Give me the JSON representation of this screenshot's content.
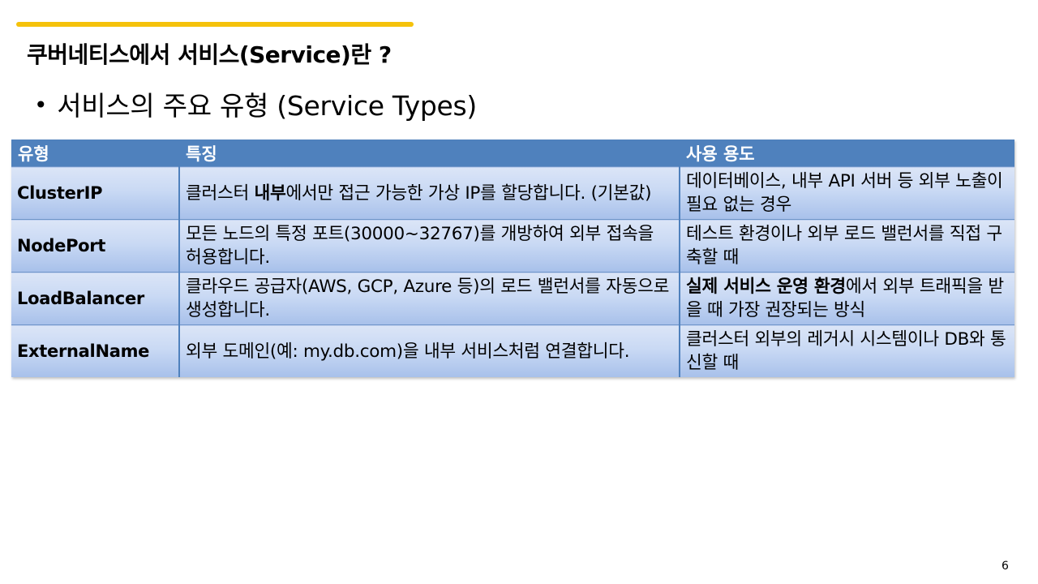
{
  "slide": {
    "accent_color": "#f5c20b",
    "title": "쿠버네티스에서 서비스(Service)란 ?",
    "bullet": "서비스의 주요 유형 (Service Types)",
    "page_number": "6"
  },
  "table": {
    "header_color": "#4f81bd",
    "headers": [
      "유형",
      "특징",
      "사용 용도"
    ],
    "rows": [
      {
        "type": "ClusterIP",
        "feature": {
          "pre": "클러스터 ",
          "bold": "내부",
          "post": "에서만 접근 가능한 가상 IP를 할당합니다. (기본값)"
        },
        "usage": {
          "pre": "",
          "bold": "",
          "post": "데이터베이스, 내부 API 서버 등 외부 노출이 필요 없는 경우"
        }
      },
      {
        "type": "NodePort",
        "feature": {
          "pre": "",
          "bold": "",
          "post": "모든 노드의 특정 포트(30000~32767)를 개방하여 외부 접속을 허용합니다."
        },
        "usage": {
          "pre": "",
          "bold": "",
          "post": "테스트 환경이나 외부 로드 밸런서를 직접 구축할 때"
        }
      },
      {
        "type": "LoadBalancer",
        "feature": {
          "pre": "",
          "bold": "",
          "post": "클라우드 공급자(AWS, GCP, Azure 등)의 로드 밸런서를 자동으로 생성합니다."
        },
        "usage": {
          "pre": "",
          "bold": "실제 서비스 운영 환경",
          "post": "에서 외부 트래픽을 받을 때 가장 권장되는 방식"
        }
      },
      {
        "type": "ExternalName",
        "feature": {
          "pre": "",
          "bold": "",
          "post": "외부 도메인(예: my.db.com)을 내부 서비스처럼 연결합니다."
        },
        "usage": {
          "pre": "",
          "bold": "",
          "post": "클러스터 외부의 레거시 시스템이나 DB와 통신할 때"
        }
      }
    ]
  }
}
